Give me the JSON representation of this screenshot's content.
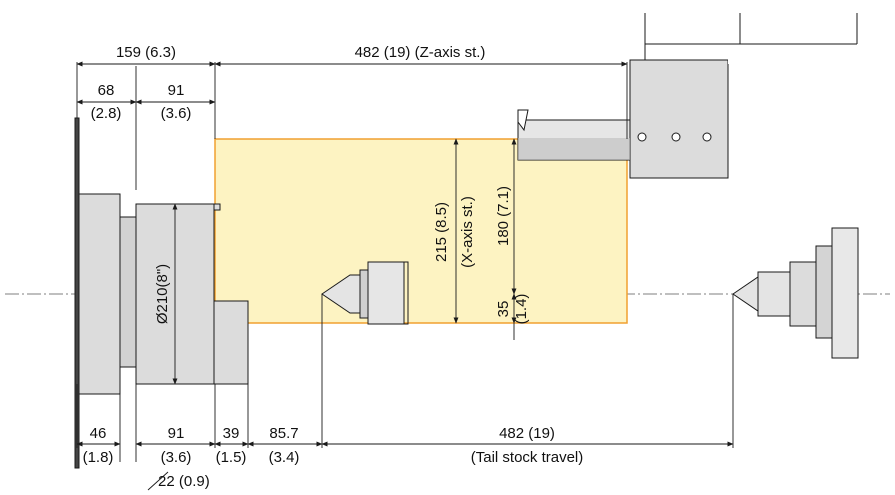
{
  "colors": {
    "work_zone_fill": "#fdf3c2",
    "work_zone_stroke": "#f0a030",
    "part_fill": "#dcdcdc",
    "line": "#1a1a1a"
  },
  "dimensions": {
    "top_total": "159 (6.3)",
    "z_axis_stroke": "482 (19) (Z-axis st.)",
    "chuck_len_mm": "68",
    "chuck_len_in": "(2.8)",
    "jaw_len_mm": "91",
    "jaw_len_in": "(3.6)",
    "chuck_diameter": "Ø210(8\")",
    "x_axis_total": "215 (8.5)",
    "x_axis_label": "(X-axis st.)",
    "x_upper": "180 (7.1)",
    "x_lower_mm": "35",
    "x_lower_in": "(1.4)",
    "b_46_mm": "46",
    "b_46_in": "(1.8)",
    "b_91_mm": "91",
    "b_91_in": "(3.6)",
    "b_39_mm": "39",
    "b_39_in": "(1.5)",
    "b_857_mm": "85.7",
    "b_857_in": "(3.4)",
    "tail_mm": "482 (19)",
    "tail_label": "(Tail stock travel)",
    "leader_22": "22 (0.9)"
  },
  "icons": {
    "turret": "turret-icon",
    "tool": "cutting-tool-icon",
    "tailstock": "tailstock-center-icon",
    "chuck": "chuck-icon"
  }
}
